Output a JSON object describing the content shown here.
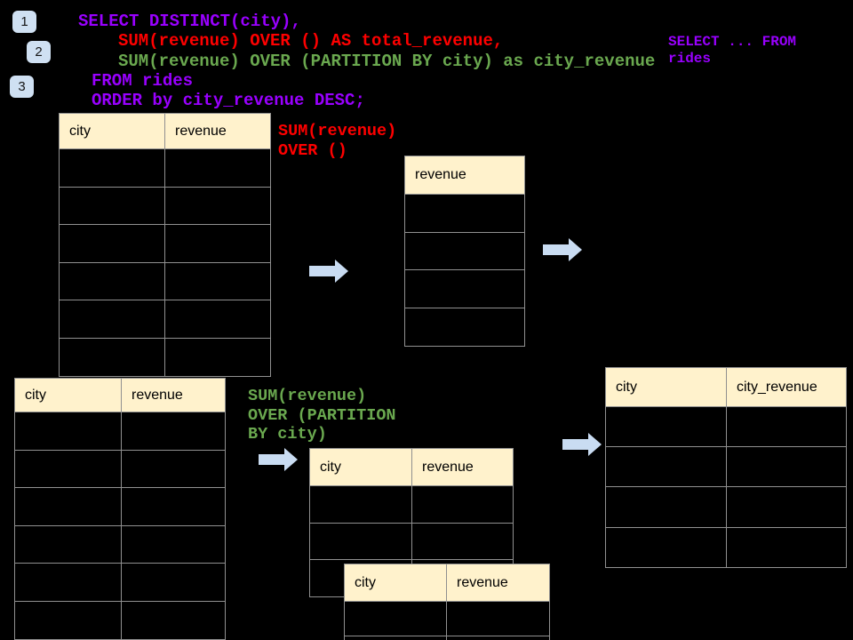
{
  "slide": {
    "background": "#000000"
  },
  "badges": [
    "1",
    "2",
    "3"
  ],
  "code": {
    "lines": [
      {
        "text": "SELECT DISTINCT(city),",
        "color": "purple"
      },
      {
        "text": "SUM(revenue) OVER () AS total_revenue,",
        "color": "red"
      },
      {
        "text": "SUM(revenue) OVER (PARTITION BY city) as city_revenue",
        "color": "green"
      },
      {
        "text": "FROM rides",
        "color": "purple"
      },
      {
        "text": "ORDER by city_revenue DESC;",
        "color": "purple"
      }
    ]
  },
  "side_note": {
    "lines": [
      "SELECT ... FROM",
      "rides"
    ],
    "color": "#9900ff"
  },
  "annotations": {
    "total_revenue": {
      "lines": [
        "SUM(revenue)",
        "OVER ()"
      ],
      "color": "#fe0000"
    },
    "city_revenue": {
      "lines": [
        "SUM(revenue)",
        "OVER (PARTITION",
        "BY city)"
      ],
      "color": "#6aa84f"
    }
  },
  "tables": {
    "source_top": {
      "headers": [
        "city",
        "revenue"
      ],
      "body_rows": 6
    },
    "total_revenue": {
      "headers": [
        "revenue"
      ],
      "body_rows": 4
    },
    "source_bottom": {
      "headers": [
        "city",
        "revenue"
      ],
      "body_rows": 6
    },
    "partition_mid": {
      "headers": [
        "city",
        "revenue"
      ],
      "body_rows": 3
    },
    "partition_front": {
      "headers": [
        "city",
        "revenue"
      ],
      "body_rows": 2
    },
    "city_revenue": {
      "headers": [
        "city",
        "city_revenue"
      ],
      "body_rows": 4
    }
  },
  "colors": {
    "purple": "#9900ff",
    "red": "#fe0000",
    "green": "#6aa84f",
    "table_header_fill": "#fff2cc",
    "table_border": "#909090",
    "arrow_fill": "#c9dcf2",
    "badge_fill": "#cfe0f2"
  }
}
